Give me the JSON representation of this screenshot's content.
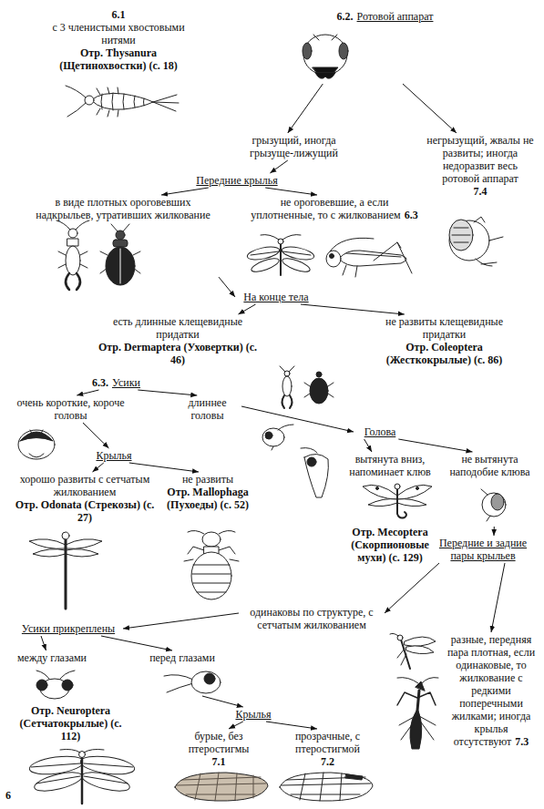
{
  "diagram": {
    "nodes": [
      {
        "text": [
          "6.1",
          "с 3 членистыми хвостовыми нитями",
          "Отр. Thysanura (Щетинохвостки) (с. 18)"
        ]
      },
      {
        "text": [
          "6.2.",
          "Ротовой аппарат"
        ]
      },
      {
        "text": [
          "грызущий, иногда грызуще-лижущий"
        ]
      },
      {
        "text": [
          "негрызущий, жвалы не развиты; иногда недоразвит весь ротовой аппарат",
          "7.4"
        ]
      },
      {
        "text": [
          "Передние крылья"
        ]
      },
      {
        "text": [
          "в виде плотных ороговевших надкрыльев, утративших жилкование"
        ]
      },
      {
        "text": [
          "не ороговевшие, а если уплотненные, то с жилкованием",
          "6.3"
        ]
      },
      {
        "text": [
          "На конце тела"
        ]
      },
      {
        "text": [
          "есть длинные клещевидные придатки",
          "Отр. Dermaptera (Уховертки) (с. 46)"
        ]
      },
      {
        "text": [
          "не развиты клещевидные придатки",
          "Отр. Coleoptera (Жесткокрылые) (с. 86)"
        ]
      },
      {
        "text": [
          "6.3.",
          "Усики"
        ]
      },
      {
        "text": [
          "очень короткие, короче головы"
        ]
      },
      {
        "text": [
          "длиннее головы"
        ]
      },
      {
        "text": [
          "Крылья"
        ]
      },
      {
        "text": [
          "хорошо развиты с сетчатым жилкованием",
          "Отр. Odonata (Стрекозы) (с. 27)"
        ]
      },
      {
        "text": [
          "не развиты",
          "Отр. Mallophaga (Пухоеды) (с. 52)"
        ]
      },
      {
        "text": [
          "Голова"
        ]
      },
      {
        "text": [
          "вытянута вниз, напоминает клюв",
          "Отр. Mecoptera (Скорпионовые мухи) (с. 129)"
        ]
      },
      {
        "text": [
          "не вытянута наподобие клюва"
        ]
      },
      {
        "text": [
          "Передние и задние пары крыльев"
        ]
      },
      {
        "text": [
          "одинаковы по структуре, с сетчатым жилкованием"
        ]
      },
      {
        "text": [
          "разные, передняя пара плотная, если одинаковые, то жилкование с редкими поперечными жилками; иногда крылья отсутствуют",
          "7.3"
        ]
      },
      {
        "text": [
          "Усики прикреплены"
        ]
      },
      {
        "text": [
          "между глазами",
          "Отр. Neuroptera (Сетчатокрылые) (с. 112)"
        ]
      },
      {
        "text": [
          "перед глазами"
        ]
      },
      {
        "text": [
          "Крылья"
        ]
      },
      {
        "text": [
          "бурые, без птеростигмы",
          "7.1"
        ]
      },
      {
        "text": [
          "прозрачные, с птеростигмой",
          "7.2"
        ]
      }
    ],
    "edges": [
      {
        "from": 1,
        "to": 2,
        "arrow": "to"
      },
      {
        "from": 1,
        "to": 3,
        "arrow": "to"
      },
      {
        "from": 2,
        "to": 4,
        "arrow": "to"
      },
      {
        "from": 4,
        "to": 5,
        "arrow": "to"
      },
      {
        "from": 4,
        "to": 6,
        "arrow": "to"
      },
      {
        "from": 5,
        "to": 7,
        "arrow": "to"
      },
      {
        "from": 7,
        "to": 8,
        "arrow": "to"
      },
      {
        "from": 7,
        "to": 9,
        "arrow": "to"
      },
      {
        "from": 10,
        "to": 11,
        "arrow": "to"
      },
      {
        "from": 10,
        "to": 12,
        "arrow": "to"
      },
      {
        "from": 11,
        "to": 13,
        "arrow": "to"
      },
      {
        "from": 13,
        "to": 14,
        "arrow": "to"
      },
      {
        "from": 13,
        "to": 15,
        "arrow": "to"
      },
      {
        "from": 12,
        "to": 16,
        "arrow": "to"
      },
      {
        "from": 16,
        "to": 17,
        "arrow": "to"
      },
      {
        "from": 16,
        "to": 18,
        "arrow": "to"
      },
      {
        "from": 18,
        "to": 19,
        "arrow": "to"
      },
      {
        "from": 19,
        "to": 20,
        "arrow": "to"
      },
      {
        "from": 19,
        "to": 21,
        "arrow": "to"
      },
      {
        "from": 20,
        "to": 22,
        "arrow": "to"
      },
      {
        "from": 22,
        "to": 23,
        "arrow": "to"
      },
      {
        "from": 22,
        "to": 24,
        "arrow": "to"
      },
      {
        "from": 24,
        "to": 25,
        "arrow": "to"
      },
      {
        "from": 25,
        "to": 26,
        "arrow": "to"
      },
      {
        "from": 25,
        "to": 27,
        "arrow": "to"
      }
    ],
    "labels": [
      "6"
    ]
  }
}
